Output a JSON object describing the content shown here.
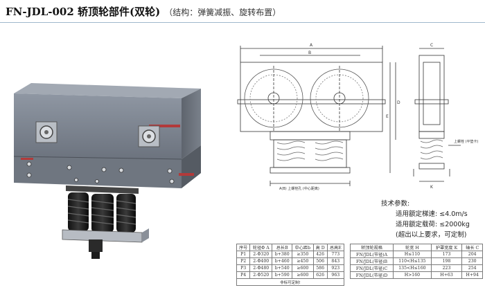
{
  "header": {
    "title": "FN-JDL-002 轿顶轮部件(双轮)",
    "subtitle": "（结构：弹簧减振、旋转布置）"
  },
  "drawing": {
    "label_a": "A",
    "label_b": "B",
    "label_c": "C",
    "label_d": "D",
    "label_e": "E",
    "label_k": "K",
    "dim_text": "A(B) 上螺栓孔 (中心距离)",
    "side_note": "上螺栓 (平垫卡)"
  },
  "specs": {
    "heading": "技术参数:",
    "rows": [
      {
        "label": "适用额定梯速:",
        "value": "≤4.0m/s"
      },
      {
        "label": "适用额定载荷:",
        "value": "≤2000kg"
      }
    ],
    "note": "(超出以上要求，可定制)"
  },
  "table1": {
    "headers": [
      "序号",
      "轮径Φ A",
      "总长B",
      "中心距b",
      "高 D",
      "总高E"
    ],
    "rows": [
      [
        "P1",
        "2-Φ320",
        "b+380",
        "≥350",
        "426",
        "773"
      ],
      [
        "P2",
        "2-Φ400",
        "b+460",
        "≥450",
        "506",
        "843"
      ],
      [
        "P3",
        "2-Φ480",
        "b+540",
        "≥600",
        "586",
        "923"
      ],
      [
        "P4",
        "2-Φ520",
        "b+590",
        "≥600",
        "626",
        "963"
      ]
    ],
    "note": "非标可定制!"
  },
  "table2": {
    "headers": [
      "轿顶轮规格",
      "轮宽 H",
      "护罩宽度 K",
      "轴长 C"
    ],
    "rows": [
      [
        "FN/JDL(节径)A",
        "H≤110",
        "173",
        "204"
      ],
      [
        "FN/JDL(节径)B",
        "110<H≤135",
        "198",
        "230"
      ],
      [
        "FN/JDL(节径)C",
        "135<H≤160",
        "223",
        "254"
      ],
      [
        "FN/JDL(节径)D",
        "H>160",
        "H+63",
        "H+94"
      ]
    ]
  }
}
